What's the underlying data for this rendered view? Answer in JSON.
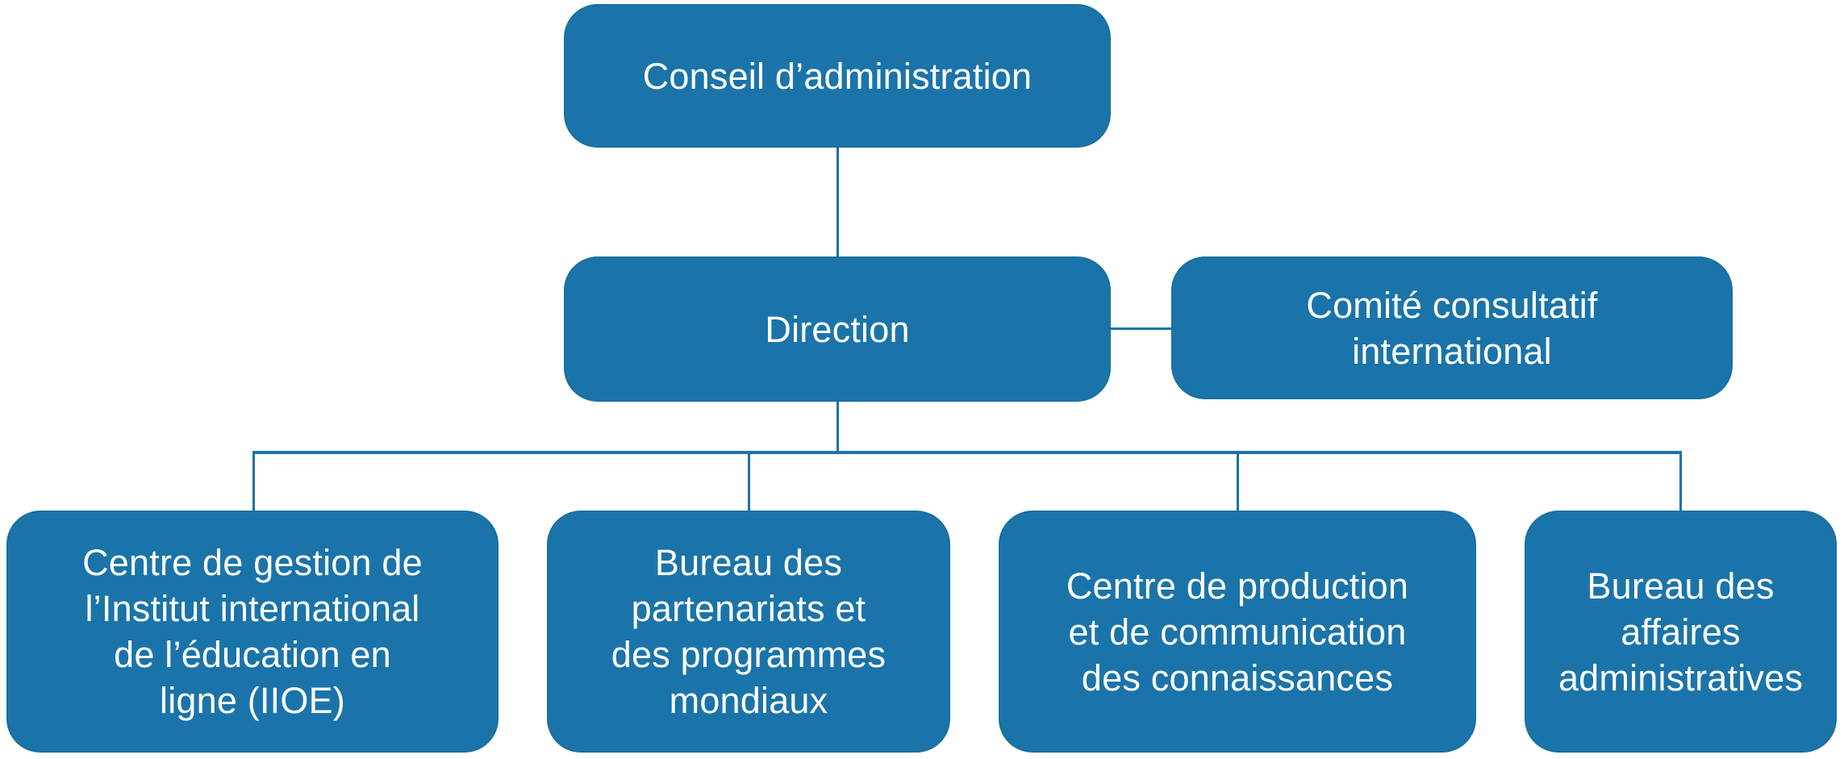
{
  "colors": {
    "background": "#ffffff",
    "node_fill": "#1b74a9",
    "node_edge": "#18709f",
    "node_text": "#ffffff",
    "connector": "#1b74a9"
  },
  "nodes": {
    "conseil": {
      "label": "Conseil d’administration"
    },
    "direction": {
      "label": "Direction"
    },
    "comite": {
      "label": "Comité consultatif\ninternational"
    },
    "iioe": {
      "label": "Centre de gestion de\nl’Institut international\nde l’éducation en\nligne (IIOE)"
    },
    "partenariats": {
      "label": "Bureau des\npartenariats et\ndes programmes\nmondiaux"
    },
    "production": {
      "label": "Centre de production\net de communication\ndes connaissances"
    },
    "affaires": {
      "label": "Bureau des\naffaires\nadministratives"
    }
  }
}
